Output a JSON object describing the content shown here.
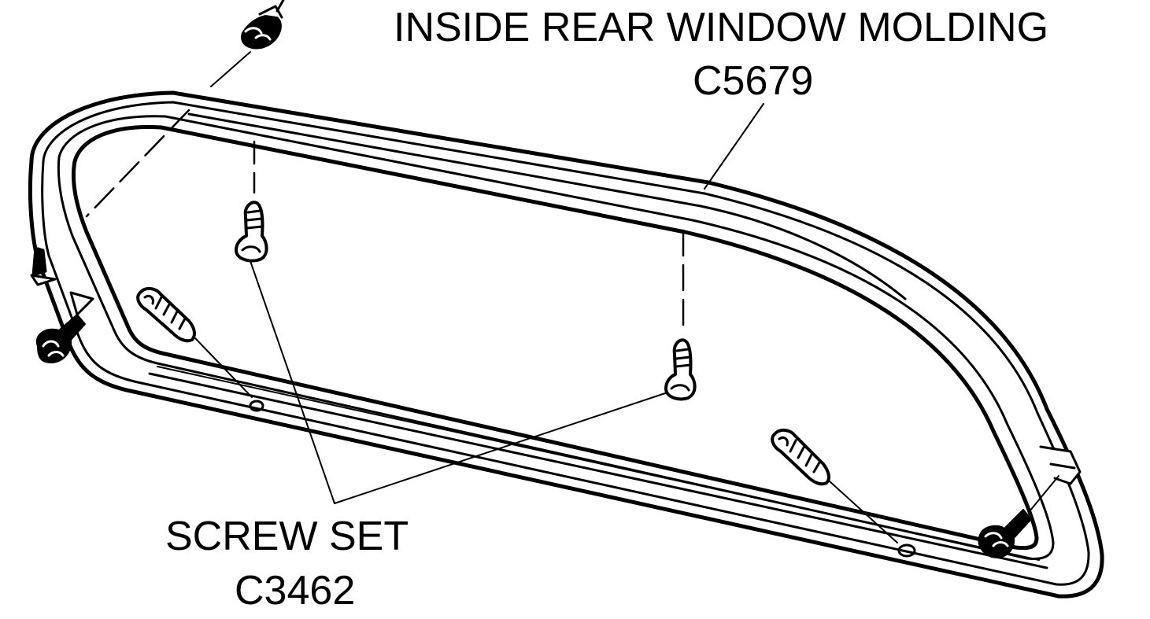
{
  "callouts": {
    "molding": {
      "title": "INSIDE REAR WINDOW MOLDING",
      "part_number": "C5679"
    },
    "screw_set": {
      "title": "SCREW SET",
      "part_number": "C3462"
    }
  },
  "colors": {
    "ink": "#000000",
    "paper": "#ffffff"
  }
}
